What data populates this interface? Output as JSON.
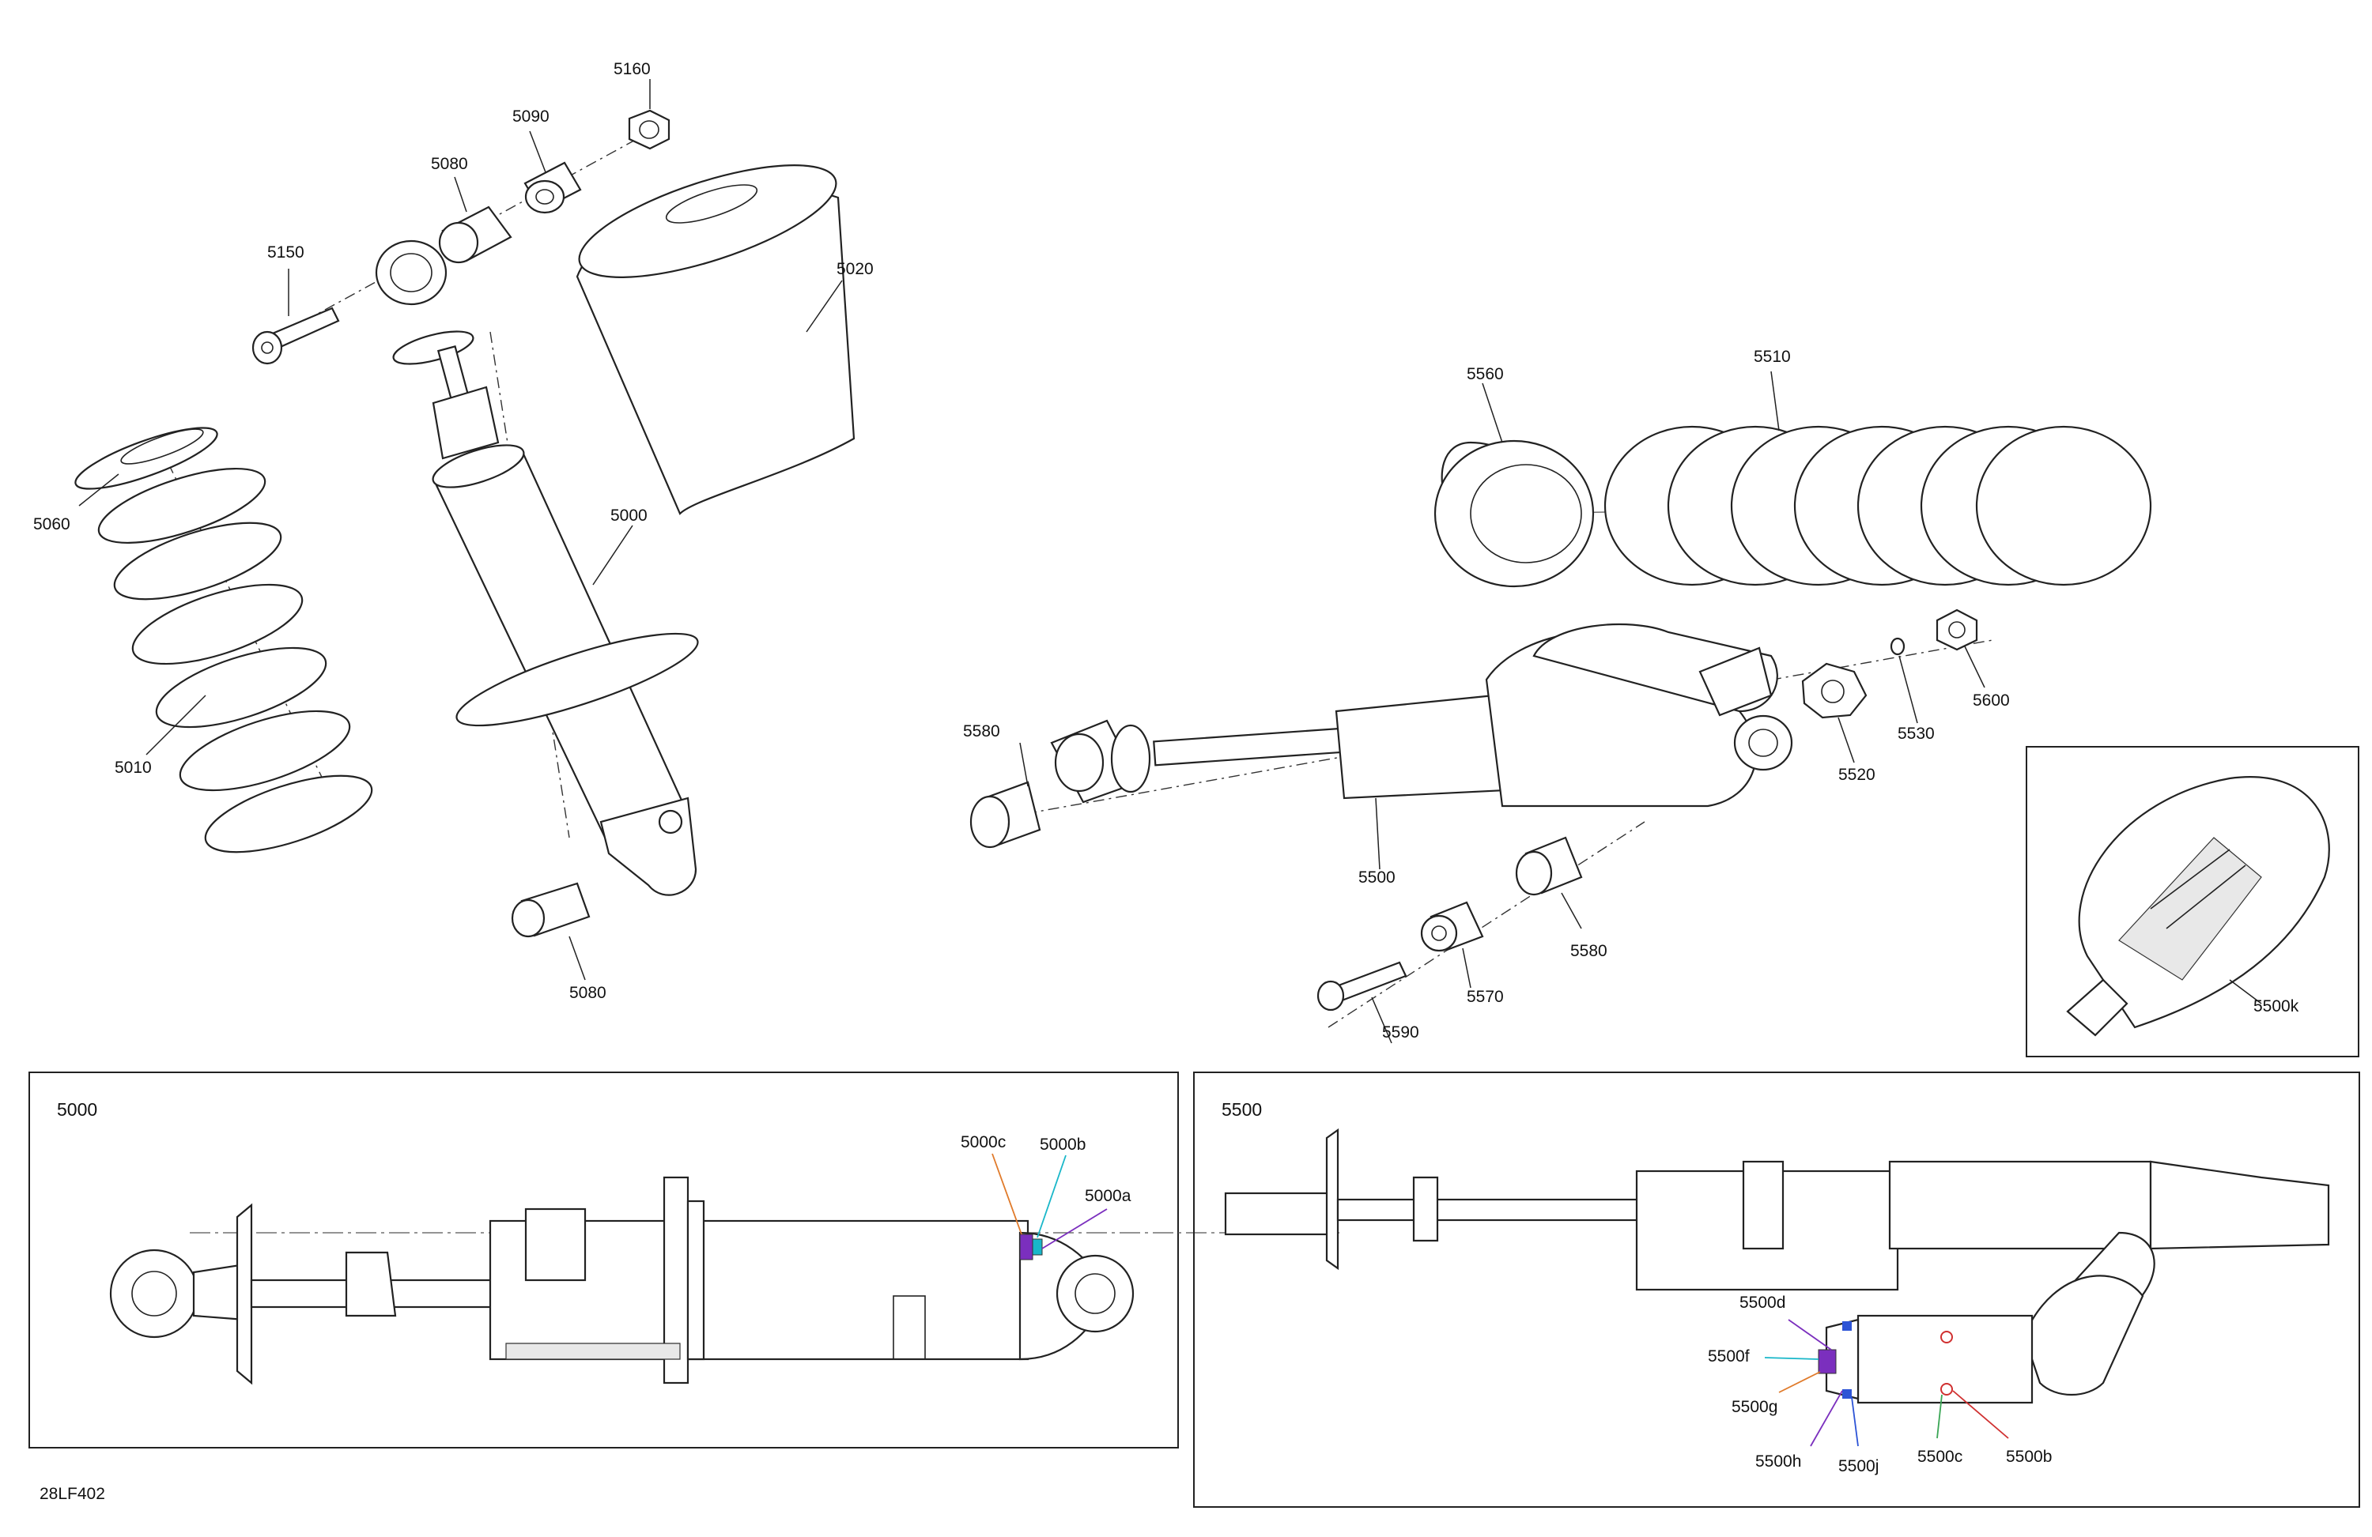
{
  "diagram_code": "28LF402",
  "labels": {
    "p5160": "5160",
    "p5090": "5090",
    "p5080_top": "5080",
    "p5150": "5150",
    "p5020": "5020",
    "p5060": "5060",
    "p5000": "5000",
    "p5010": "5010",
    "p5080_bottom": "5080",
    "p5560": "5560",
    "p5510": "5510",
    "p5600": "5600",
    "p5530": "5530",
    "p5520": "5520",
    "p5580_left": "5580",
    "p5500": "5500",
    "p5580_right": "5580",
    "p5570": "5570",
    "p5590": "5590",
    "p5500k": "5500k"
  },
  "box_5000": {
    "title": "5000",
    "c": "5000c",
    "b": "5000b",
    "a": "5000a"
  },
  "box_5500": {
    "title": "5500",
    "d": "5500d",
    "f": "5500f",
    "g": "5500g",
    "h": "5500h",
    "j": "5500j",
    "c": "5500c",
    "b": "5500b"
  },
  "colors": {
    "purple": "#7b2fbe",
    "cyan": "#19b7c9",
    "orange": "#e07a2a",
    "blue": "#2d54d6",
    "green": "#3aa655",
    "red": "#d03030"
  }
}
